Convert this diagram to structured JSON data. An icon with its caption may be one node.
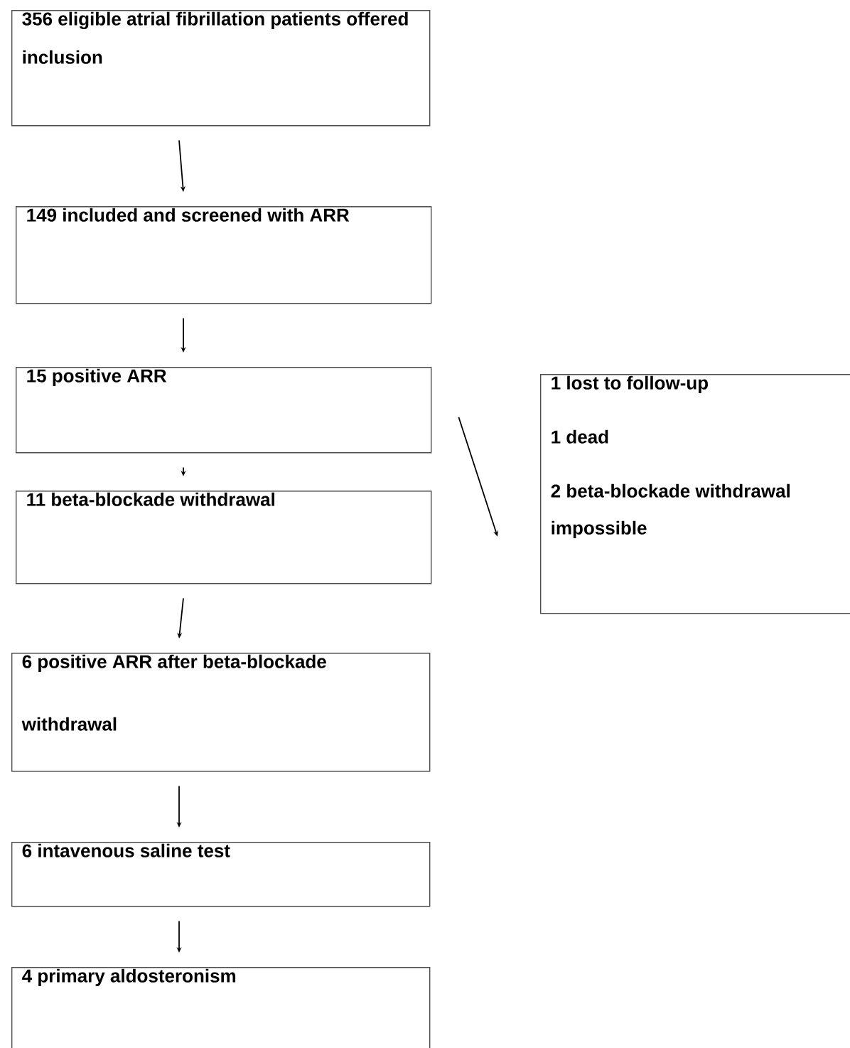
{
  "diagram": {
    "nodes": [
      {
        "text": [
          "356 eligible atrial fibrillation patients offered inclusion"
        ]
      },
      {
        "text": [
          "149 included and screened with ARR"
        ]
      },
      {
        "text": [
          "15 positive ARR"
        ]
      },
      {
        "text": [
          "11 beta-blockade withdrawal"
        ]
      },
      {
        "text": [
          "6 positive ARR after beta-blockade withdrawal"
        ]
      },
      {
        "text": [
          "6 intavenous saline test"
        ]
      },
      {
        "text": [
          "4 primary aldosteronism"
        ]
      },
      {
        "text": [
          "1 lost to follow-up",
          "1 dead",
          "2 beta-blockade withdrawal impossible"
        ]
      }
    ],
    "edges": [
      {
        "from": 0,
        "to": 1,
        "arrow": "to"
      },
      {
        "from": 1,
        "to": 2,
        "arrow": "to"
      },
      {
        "from": 2,
        "to": 3,
        "arrow": "to"
      },
      {
        "from": 3,
        "to": 4,
        "arrow": "to"
      },
      {
        "from": 4,
        "to": 5,
        "arrow": "to"
      },
      {
        "from": 5,
        "to": 6,
        "arrow": "to"
      },
      {
        "from": 2,
        "to": 7,
        "arrow": "to"
      }
    ]
  }
}
